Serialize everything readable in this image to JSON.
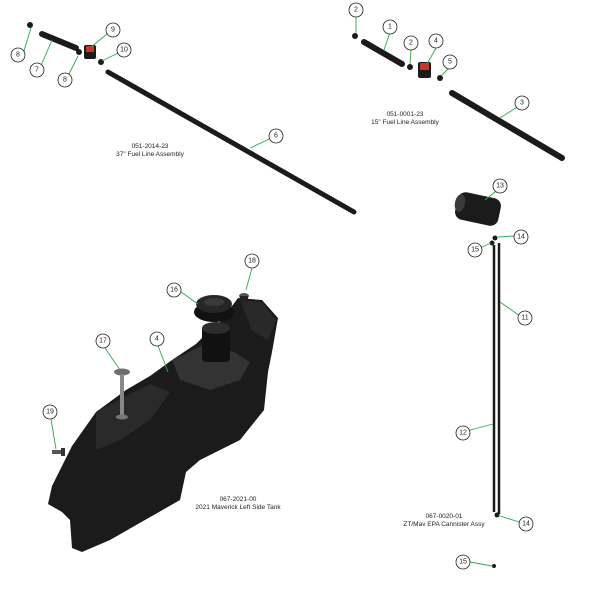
{
  "assemblies": [
    {
      "number": "051-2014-23",
      "name": "37\" Fuel Line Assembly"
    },
    {
      "number": "051-0001-23",
      "name": "15\" Fuel Line Assembly"
    },
    {
      "number": "067-2021-00",
      "name": "2021 Maverick Left Side Tank"
    },
    {
      "number": "067-0020-01",
      "name": "ZT/Mav EPA Cannister Assy"
    }
  ],
  "callouts": [
    "8",
    "7",
    "8",
    "9",
    "10",
    "6",
    "2",
    "1",
    "2",
    "4",
    "5",
    "3",
    "13",
    "14",
    "15",
    "11",
    "12",
    "14",
    "15",
    "16",
    "18",
    "17",
    "4",
    "19"
  ],
  "colors": {
    "leader": "#2fa84f",
    "part": "#1b1b1b",
    "clamp": "#c0392b",
    "background": "#ffffff"
  }
}
